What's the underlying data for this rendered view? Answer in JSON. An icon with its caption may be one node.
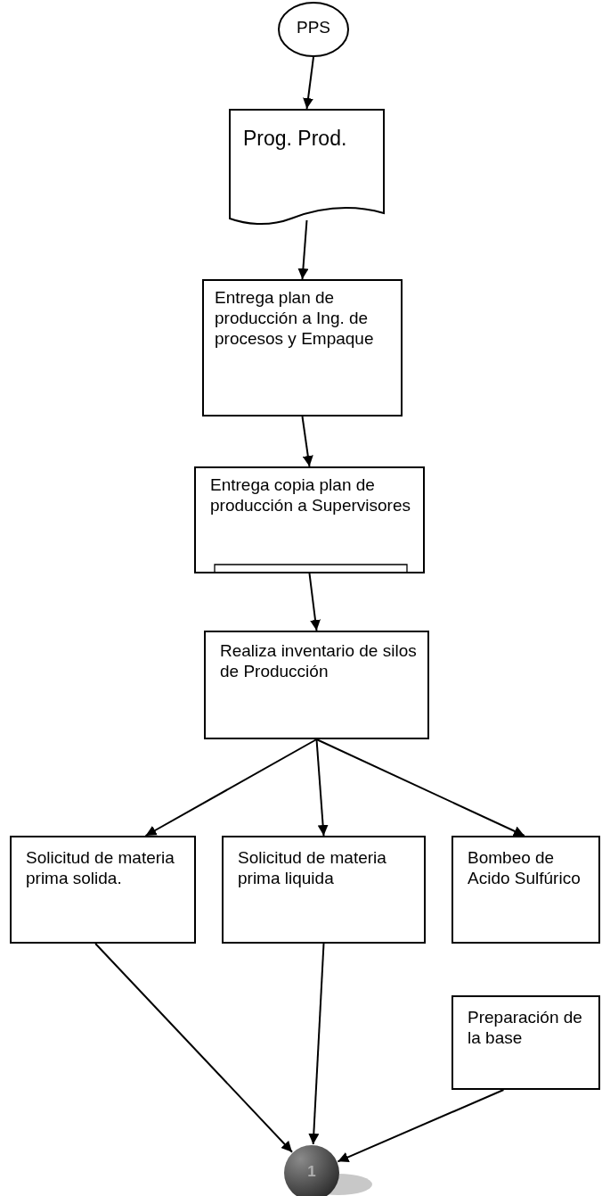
{
  "diagram": {
    "nodes": [
      {
        "text": [
          "PPS"
        ]
      },
      {
        "text": [
          "Prog. Prod."
        ]
      },
      {
        "text": [
          "Entrega plan de producción a Ing. de procesos y Empaque"
        ]
      },
      {
        "text": [
          "Entrega copia plan de producción a Supervisores"
        ]
      },
      {
        "text": [
          "Realiza inventario de silos de Producción"
        ]
      },
      {
        "text": [
          "Solicitud de materia prima solida."
        ]
      },
      {
        "text": [
          "Solicitud de materia prima liquida"
        ]
      },
      {
        "text": [
          "Bombeo de Acido Sulfúrico"
        ]
      },
      {
        "text": [
          "Preparación de la base"
        ]
      },
      {
        "text": [
          "1"
        ]
      }
    ],
    "edges": [
      {
        "from": 0,
        "to": 1,
        "arrow": "to"
      },
      {
        "from": 1,
        "to": 2,
        "arrow": "to"
      },
      {
        "from": 2,
        "to": 3,
        "arrow": "to"
      },
      {
        "from": 3,
        "to": 4,
        "arrow": "to"
      },
      {
        "from": 4,
        "to": 5,
        "arrow": "to"
      },
      {
        "from": 4,
        "to": 6,
        "arrow": "to"
      },
      {
        "from": 4,
        "to": 7,
        "arrow": "to"
      },
      {
        "from": 5,
        "to": 9,
        "arrow": "to"
      },
      {
        "from": 6,
        "to": 9,
        "arrow": "to"
      },
      {
        "from": 8,
        "to": 9,
        "arrow": "to"
      }
    ]
  }
}
